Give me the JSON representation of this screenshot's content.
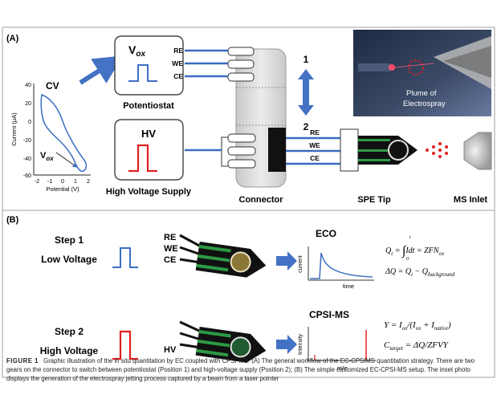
{
  "panel_a": {
    "label": "(A)",
    "cv_plot": {
      "title": "CV",
      "ylabel": "Current (μA)",
      "xlabel": "Potential (V)",
      "yticks": [
        "40",
        "20",
        "0",
        "-20",
        "-40",
        "-60"
      ],
      "xticks": [
        "-2",
        "-1",
        "0",
        "1",
        "2"
      ],
      "vox": "V",
      "vox_sub": "ox"
    },
    "potentiostat": {
      "vox": "V",
      "vox_sub": "ox",
      "terminals": [
        "RE",
        "WE",
        "CE"
      ],
      "caption": "Potentiostat"
    },
    "hv_supply": {
      "label": "HV",
      "caption": "High Voltage Supply"
    },
    "connector": {
      "caption": "Connector",
      "pos1": "1",
      "pos2": "2",
      "terminals": [
        "RE",
        "WE",
        "CE"
      ]
    },
    "spe_tip": {
      "caption": "SPE Tip"
    },
    "ms_inlet": {
      "caption": "MS Inlet"
    },
    "inset": {
      "text_line1": "Plume of",
      "text_line2": "Electrospray"
    }
  },
  "panel_b": {
    "label": "(B)",
    "step1": {
      "title": "Step 1",
      "subtitle": "Low  Voltage",
      "electrodes": [
        "RE",
        "WE",
        "CE"
      ],
      "method": "ECO",
      "plot_ylabel": "current",
      "plot_xlabel": "time"
    },
    "step2": {
      "title": "Step 2",
      "subtitle": "High Voltage",
      "electrode": "HV",
      "method": "CPSI-MS",
      "plot_ylabel": "Intensity",
      "plot_xlabel": "m/z"
    },
    "equations": {
      "q_lhs": "Q",
      "q_sub": "t",
      "int_upper": "t",
      "int_lower": "0",
      "q_rhs": "Idt = ZFN",
      "q_rhs_sub": "ox",
      "dq_lhs": "ΔQ = Q",
      "dq_sub1": "t",
      "dq_mid": " − Q",
      "dq_sub2": "background",
      "y_eq": "Y = I",
      "y_ox": "ox",
      "y_mid": "/(I",
      "y_ox2": "ox",
      "y_plus": " + I",
      "y_native": "native",
      "y_end": ")",
      "c_lhs": "C",
      "c_sub": "target",
      "c_rhs": " = ΔQ/ZFVY"
    }
  },
  "caption": {
    "lead": "FIGURE 1",
    "text": "Graphic illustration of the in situ quantitation by EC coupled with CPSI-MS. (A) The general workflow of the EC-CPSIMS quantitation strategy. There are two gears on the connector to switch between potentiostat (Position 1) and high-voltage supply (Position 2); (B) The simple customized EC-CPSI-MS setup. The inset photo displays the generation of the electrospray jetting process captured by a beam from a laser pointer"
  },
  "colors": {
    "arrow_blue": "#4472c4",
    "wire_blue": "#3a6cc0",
    "red_signal": "#e02020",
    "electrode_green": "#2d9a45",
    "frame": "#a0a0a0"
  }
}
